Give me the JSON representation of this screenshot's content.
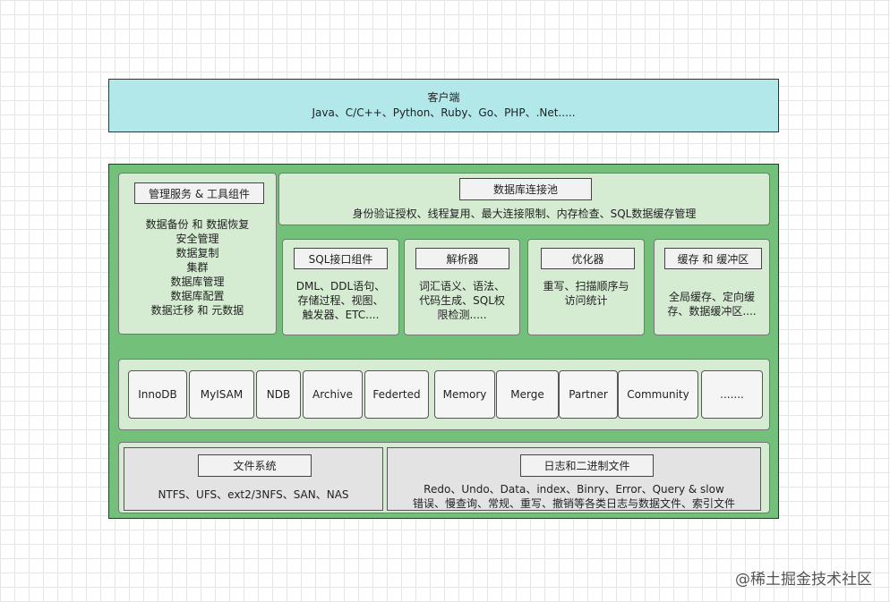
{
  "client": {
    "title": "客户端",
    "languages": "Java、C/C++、Python、Ruby、Go、PHP、.Net....."
  },
  "management": {
    "title": "管理服务 & 工具组件",
    "items": [
      "数据备份 和 数据恢复",
      "安全管理",
      "数据复制",
      "集群",
      "数据库管理",
      "数据库配置",
      "数据迁移 和 元数据"
    ]
  },
  "pool": {
    "title": "数据库连接池",
    "desc": "身份验证授权、线程复用、最大连接限制、内存检查、SQL数据缓存管理"
  },
  "sql_interface": {
    "title": "SQL接口组件",
    "lines": [
      "DML、DDL语句、",
      "存储过程、视图、",
      "触发器、ETC...."
    ]
  },
  "parser": {
    "title": "解析器",
    "lines": [
      "词汇语义、语法、",
      "代码生成、SQL权",
      "限检测....."
    ]
  },
  "optimizer": {
    "title": "优化器",
    "lines": [
      "重写、扫描顺序与",
      "访问统计"
    ]
  },
  "cache": {
    "title": "缓存 和 缓冲区",
    "lines": [
      "全局缓存、定向缓",
      "存、数据缓冲区...."
    ]
  },
  "engines": [
    "InnoDB",
    "MyISAM",
    "NDB",
    "Archive",
    "Federted",
    "Memory",
    "Merge",
    "Partner",
    "Community",
    "......."
  ],
  "filesystem": {
    "title": "文件系统",
    "desc": "NTFS、UFS、ext2/3NFS、SAN、NAS"
  },
  "logs": {
    "title": "日志和二进制文件",
    "line1": "Redo、Undo、Data、index、Binry、Error、Query & slow",
    "line2": "错误、慢查询、常规、重写、撤销等各类日志与数据文件、索引文件"
  },
  "watermark": "@稀土掘金技术社区"
}
